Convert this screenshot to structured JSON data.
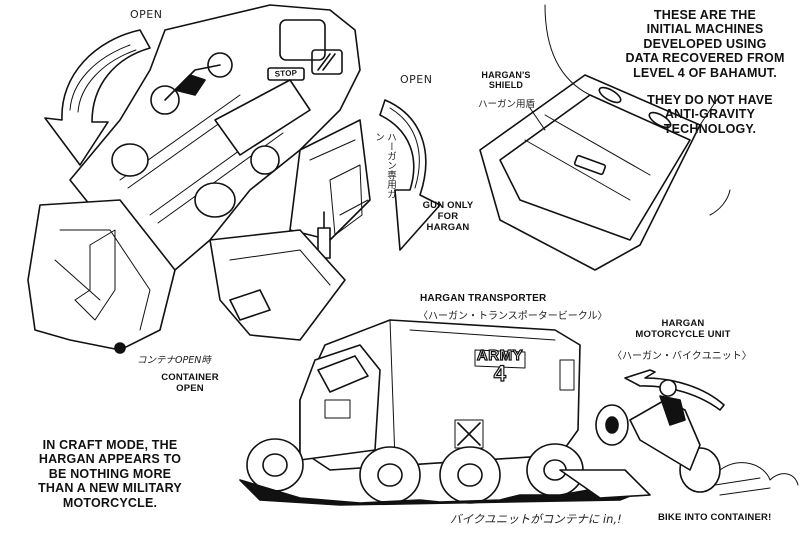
{
  "page": {
    "title": "Hargan concept sketches"
  },
  "notes": {
    "intro": [
      "THESE ARE THE",
      "INITIAL MACHINES",
      "DEVELOPED USING",
      "DATA RECOVERED FROM",
      "LEVEL 4 OF BAHAMUT."
    ],
    "anti_gravity": [
      "THEY DO NOT HAVE",
      "ANTI-GRAVITY",
      "TECHNOLOGY."
    ],
    "craft_mode": [
      "IN CRAFT MODE, THE",
      "HARGAN APPEARS TO",
      "BE NOTHING MORE",
      "THAN A NEW MILITARY",
      "MOTORCYCLE."
    ]
  },
  "labels": {
    "open_top": "OPEN",
    "open_right": "OPEN",
    "shield_en": [
      "HARGAN'S",
      "SHIELD"
    ],
    "shield_jp": "ハーガン用盾",
    "gun_jp": "ハーガン専用ガン",
    "gun_en": [
      "GUN ONLY",
      "FOR",
      "HARGAN"
    ],
    "container_jp": "コンテナOPEN時",
    "container_en": [
      "CONTAINER",
      "OPEN"
    ],
    "transporter_en": "HARGAN TRANSPORTER",
    "transporter_jp": "〈ハーガン・トランスポータービークル〉",
    "moto_en": [
      "HARGAN",
      "MOTORCYCLE UNIT"
    ],
    "moto_jp": "〈ハーガン・バイクユニット〉",
    "bike_jp": "バイクユニットがコンテナに in,!",
    "bike_en": "BIKE INTO CONTAINER!",
    "stop_plate": "STOP",
    "army_text": "ARMY",
    "army_number": "4"
  }
}
